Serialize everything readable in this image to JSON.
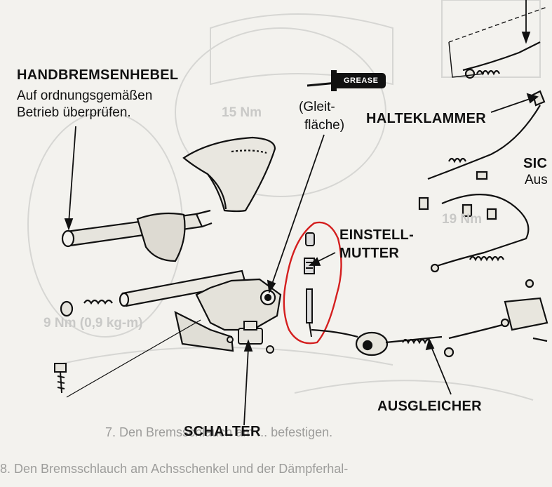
{
  "labels": {
    "handbremsenhebel": "HANDBREMSENHEBEL",
    "handbremsenhebel_note_1": "Auf ordnungsgemäßen",
    "handbremsenhebel_note_2": "Betrieb überprüfen.",
    "grease": "GREASE",
    "gleit_1": "(Gleit-",
    "gleit_2": "fläche)",
    "halteklammer": "HALTEKLAMMER",
    "sic": "SIC",
    "aus": "Aus",
    "einstell_1": "EINSTELL-",
    "einstell_2": "MUTTER",
    "ausgleicher": "AUSGLEICHER",
    "schalter": "SCHALTER"
  },
  "background_text": {
    "torque_1": "15 Nm",
    "torque_2": "9 Nm (0,9 kg-m)",
    "torque_3": "19 Nm",
    "line_7": "7.   Den Bremsschlauch am ... befestigen.",
    "line_8": "8.   Den Bremsschlauch am Achsschenkel und der Dämpferhal-"
  },
  "colors": {
    "ink": "#111111",
    "highlight": "#d41f1f",
    "background": "#f3f2ee"
  }
}
